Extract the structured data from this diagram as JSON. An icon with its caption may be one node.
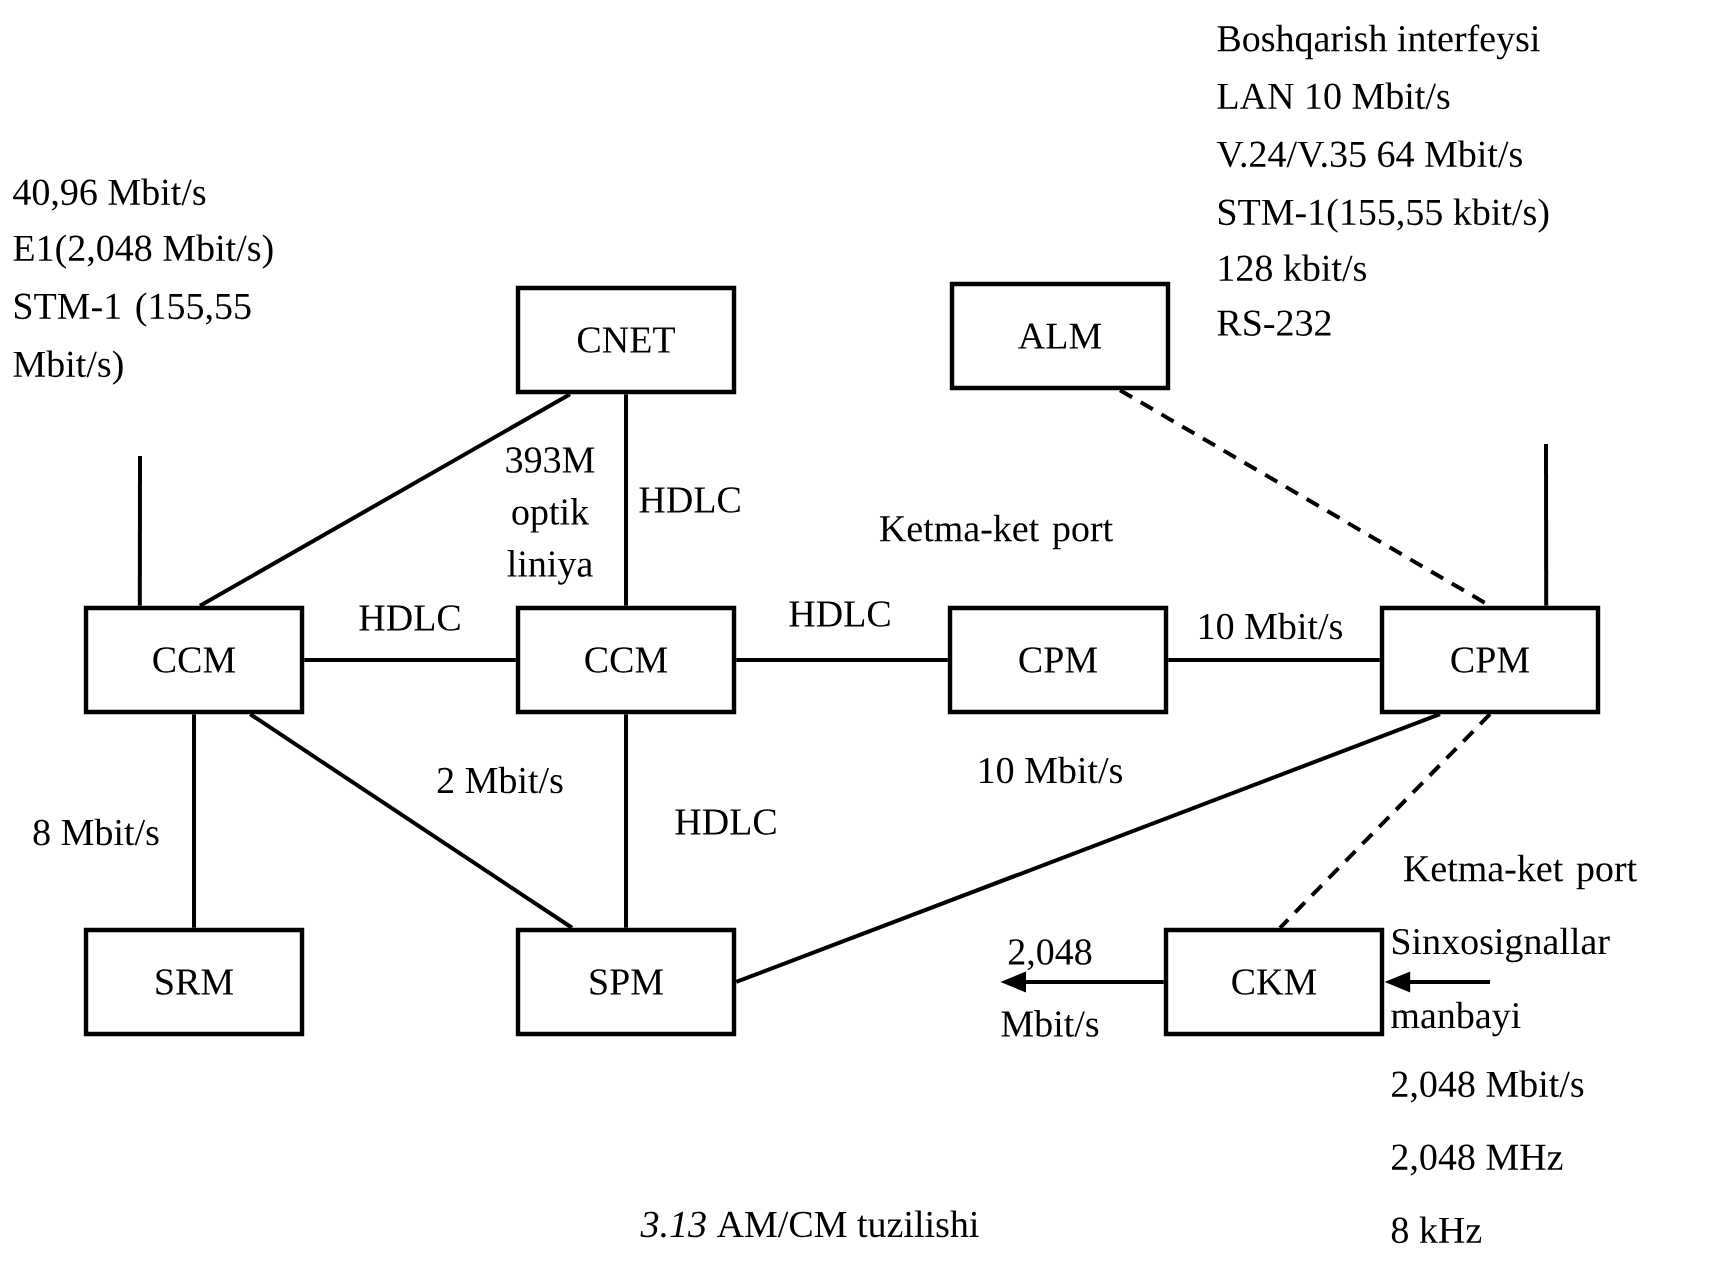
{
  "diagram": {
    "caption": "*3.13* AM/CM tuzilishi",
    "nodes": [
      {
        "text": [
          "CNET"
        ]
      },
      {
        "text": [
          "ALM"
        ]
      },
      {
        "text": [
          "CCM"
        ]
      },
      {
        "text": [
          "CCM"
        ]
      },
      {
        "text": [
          "CPM"
        ]
      },
      {
        "text": [
          "CPM"
        ]
      },
      {
        "text": [
          "SRM"
        ]
      },
      {
        "text": [
          "SPM"
        ]
      },
      {
        "text": [
          "CKM"
        ]
      },
      {
        "text": [
          "Sinxosignallar manbayi"
        ]
      }
    ],
    "edges": [
      {
        "from": 0,
        "to": 2,
        "arrow": "none"
      },
      {
        "from": 0,
        "to": 3,
        "arrow": "none",
        "label": "HDLC"
      },
      {
        "from": 2,
        "to": 3,
        "arrow": "none",
        "label": "HDLC"
      },
      {
        "from": 3,
        "to": 4,
        "arrow": "none",
        "label": "HDLC"
      },
      {
        "from": 4,
        "to": 5,
        "arrow": "none",
        "label": "10 Mbit/s"
      },
      {
        "from": 1,
        "to": 5,
        "arrow": "none",
        "style": "dashed",
        "label": "Ketma-ket port"
      },
      {
        "from": 2,
        "to": 6,
        "arrow": "none",
        "label": "8 Mbit/s"
      },
      {
        "from": 2,
        "to": 7,
        "arrow": "none",
        "label": "2 Mbit/s"
      },
      {
        "from": 3,
        "to": 7,
        "arrow": "none",
        "label": "HDLC"
      },
      {
        "from": 7,
        "to": 5,
        "arrow": "none",
        "label": "10 Mbit/s"
      },
      {
        "from": 5,
        "to": 8,
        "arrow": "none",
        "style": "dashed",
        "label": "Ketma-ket port"
      },
      {
        "from": 8,
        "to": null,
        "arrow": "to",
        "label": "2,048 Mbit/s"
      },
      {
        "from": 9,
        "to": 8,
        "arrow": "to"
      },
      {
        "from": 2,
        "to": null,
        "arrow": "none"
      },
      {
        "from": 5,
        "to": null,
        "arrow": "none"
      }
    ],
    "labels": [
      "40,96 Mbit/s",
      "E1(2,048 Mbit/s)",
      "STM-1 (155,55 Mbit/s)",
      "Boshqarish interfeysi",
      "LAN 10 Mbit/s",
      "V.24/V.35 64 Mbit/s",
      "STM-1(155,55 kbit/s)",
      "128 kbit/s",
      "RS-232",
      "393M optik liniya",
      "2,048 Mbit/s",
      "2,048 MHz",
      "8 kHz"
    ]
  }
}
